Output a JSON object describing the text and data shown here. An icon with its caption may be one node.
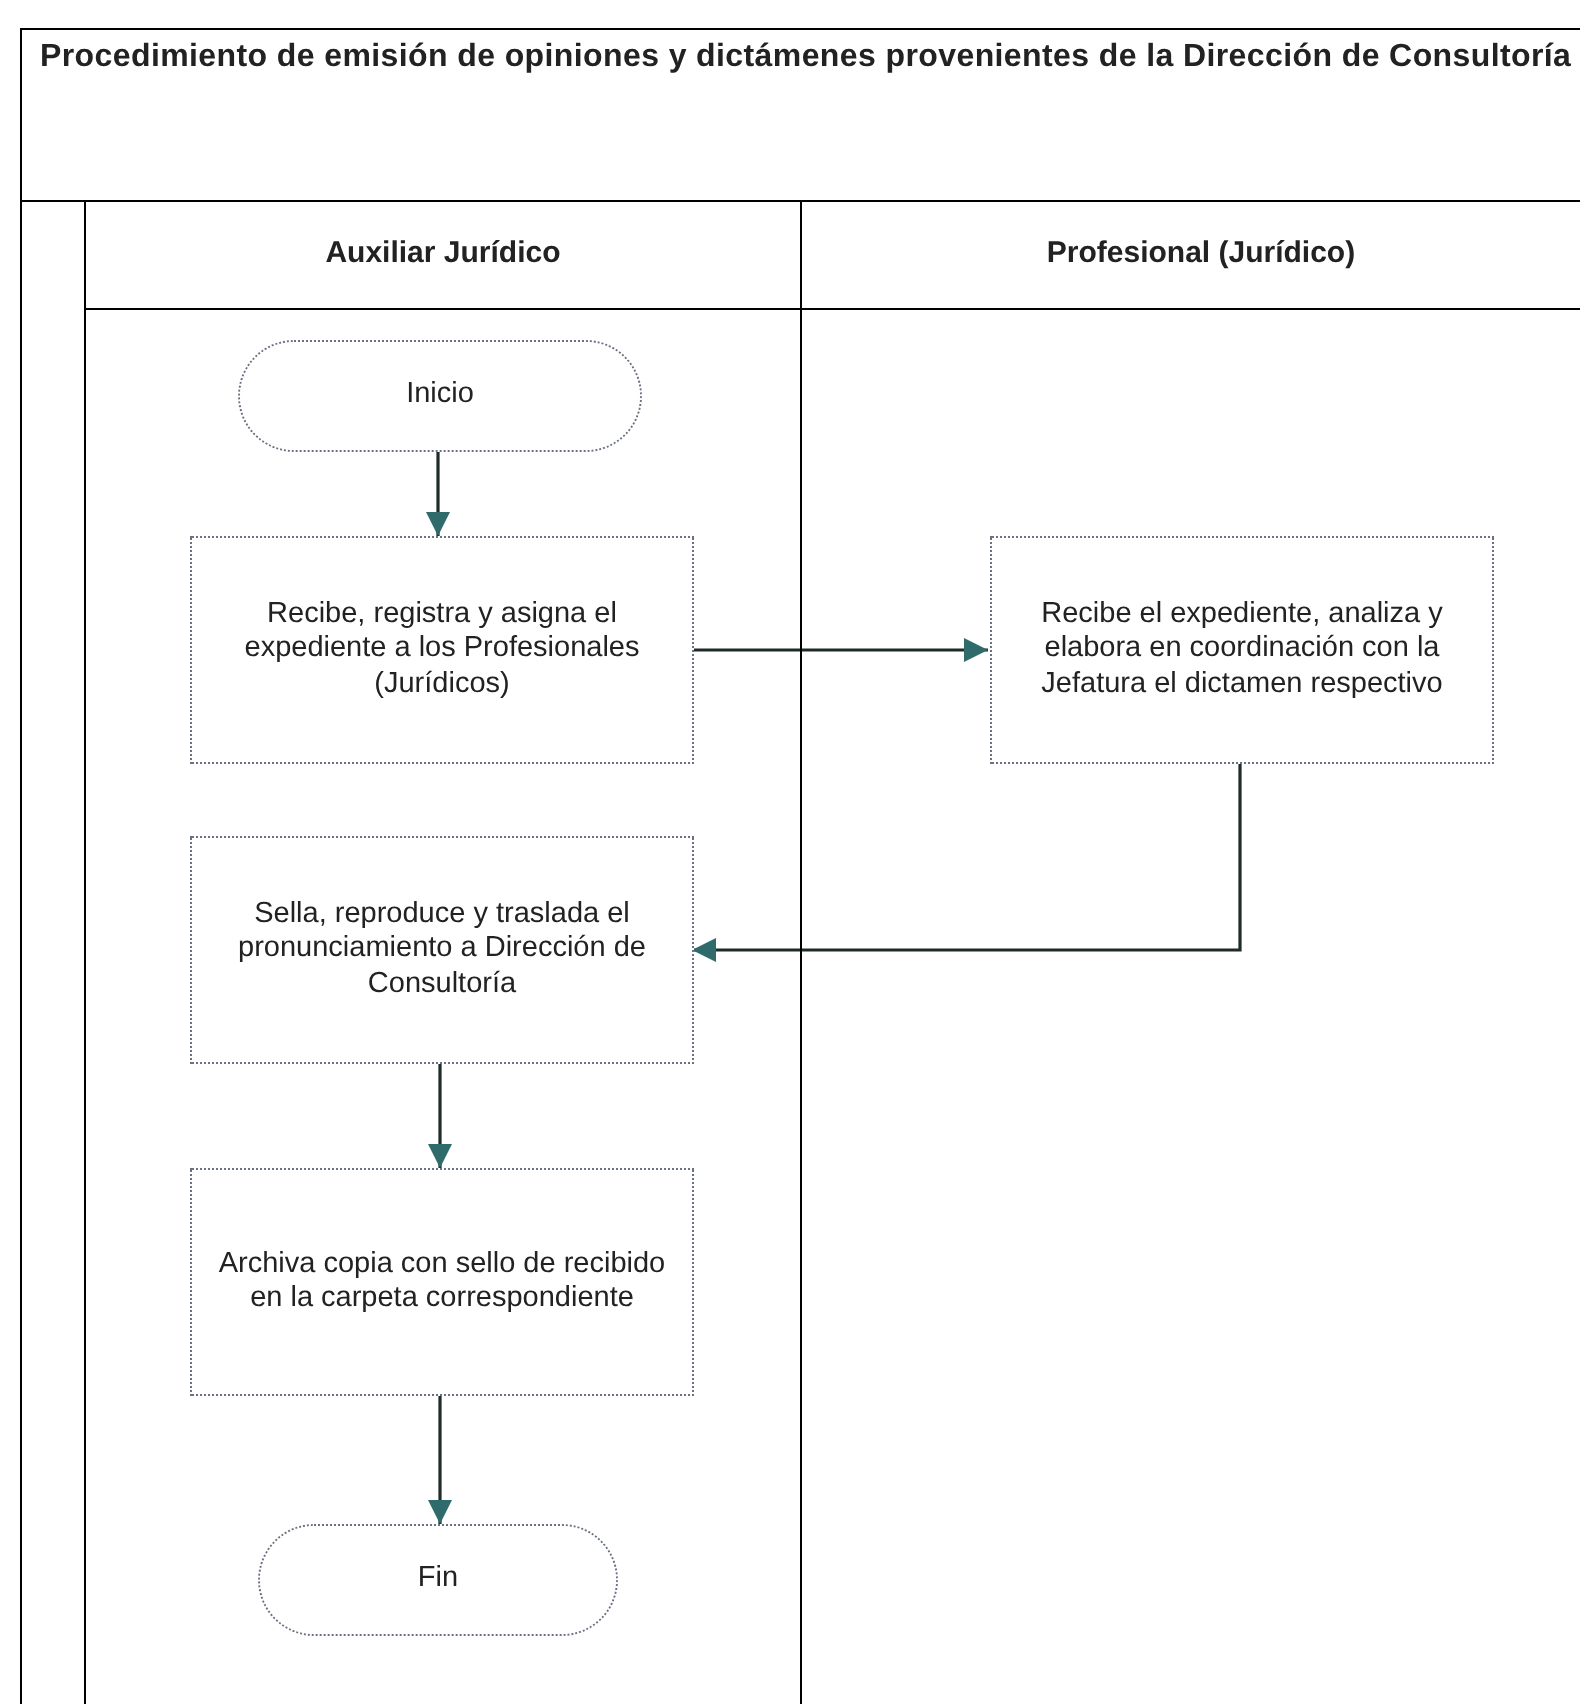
{
  "diagram": {
    "title": "Procedimiento de emisión de opiniones y dictámenes provenientes de la Dirección de Consultoría",
    "nodes": [
      {
        "text": [
          "Auxiliar Jurídico"
        ]
      },
      {
        "text": [
          "Profesional (Jurídico)"
        ]
      },
      {
        "text": [
          "Inicio"
        ],
        "in": 0
      },
      {
        "text": [
          "Recibe, registra y asigna el expediente a los Profesionales (Jurídicos)"
        ],
        "in": 0
      },
      {
        "text": [
          "Recibe el expediente, analiza y elabora en coordinación con la Jefatura el dictamen respectivo"
        ],
        "in": 1
      },
      {
        "text": [
          "Sella, reproduce y traslada el pronunciamiento a Dirección de Consultoría"
        ],
        "in": 0
      },
      {
        "text": [
          "Archiva copia con sello de recibido en la carpeta correspondiente"
        ],
        "in": 0
      },
      {
        "text": [
          "Fin"
        ],
        "in": 0
      }
    ],
    "edges": [
      {
        "from": 2,
        "to": 3,
        "arrow": "to"
      },
      {
        "from": 3,
        "to": 4,
        "arrow": "to"
      },
      {
        "from": 4,
        "to": 5,
        "arrow": "to"
      },
      {
        "from": 5,
        "to": 6,
        "arrow": "to"
      },
      {
        "from": 6,
        "to": 7,
        "arrow": "to"
      }
    ]
  }
}
